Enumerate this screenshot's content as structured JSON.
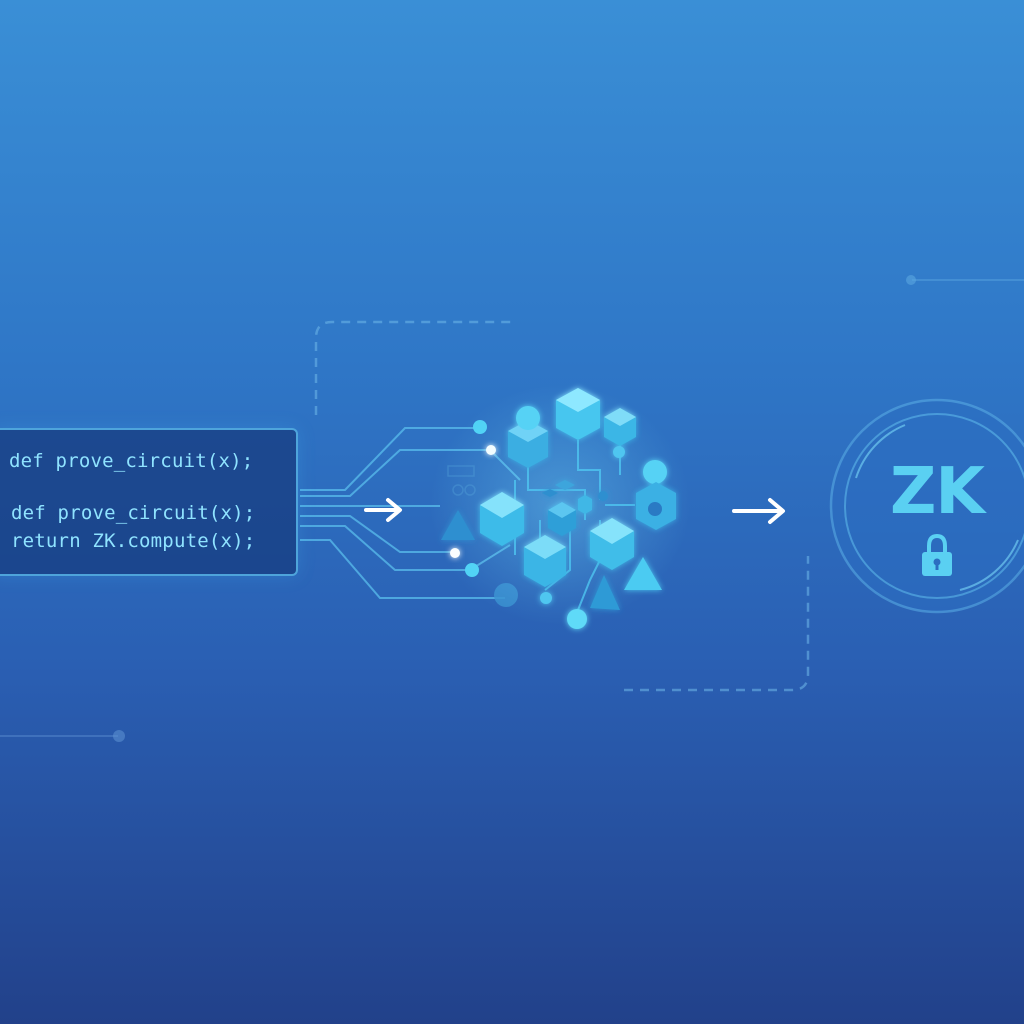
{
  "code": {
    "lines": [
      "def prove_circuit(x);",
      "def prove_circuit(x);",
      "return ZK.compute(x);"
    ]
  },
  "circuit": {
    "icon": "neural-circuit-cluster-icon"
  },
  "zk_badge": {
    "label": "ZK",
    "icon": "padlock-icon"
  },
  "colors": {
    "accent": "#5ad0f2",
    "code_text": "#8fe3ff",
    "arrow": "#ffffff"
  }
}
